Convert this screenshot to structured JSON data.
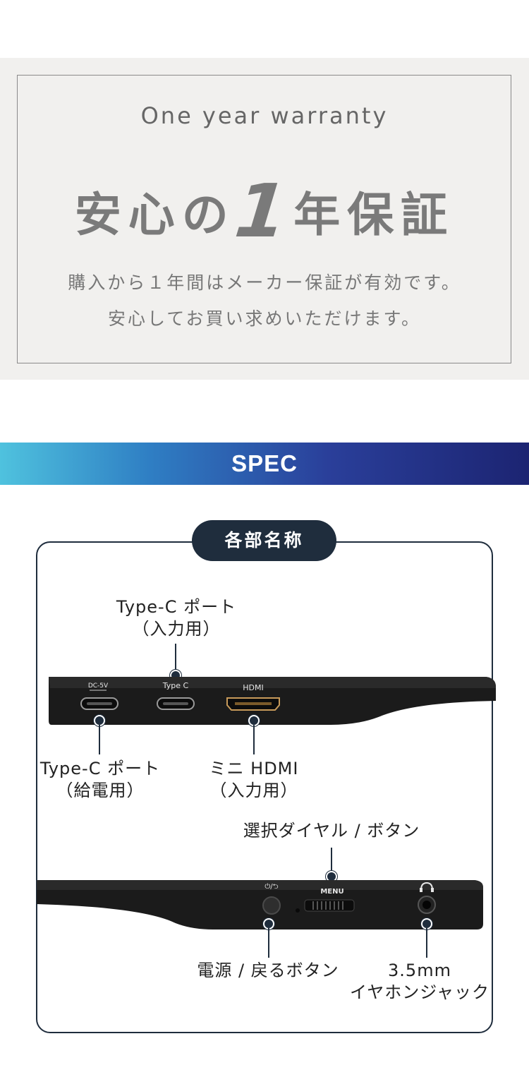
{
  "warranty": {
    "subtitle": "One year warranty",
    "title_part1": "安心の",
    "title_number": "1",
    "title_part2": "年保証",
    "body_line1": "購入から１年間はメーカー保証が有効です。",
    "body_line2": "安心してお買い求めいただけます。"
  },
  "spec": {
    "label": "SPEC"
  },
  "parts": {
    "heading": "各部名称",
    "device_top": {
      "port_labels": [
        "DC-5V",
        "Type C",
        "HDMI"
      ]
    },
    "device_bottom": {
      "button_label": "⏻/⮌",
      "menu_label": "MENU",
      "jack_icon": "headphone-icon"
    },
    "callouts": {
      "typec_input_line1": "Type-C ポート",
      "typec_input_line2": "（入力用）",
      "typec_power_line1": "Type-C ポート",
      "typec_power_line2": "（給電用）",
      "mini_hdmi_line1": "ミニ HDMI",
      "mini_hdmi_line2": "（入力用）",
      "dial_button": "選択ダイヤル / ボタン",
      "power_back_button": "電源 / 戻るボタン",
      "jack_line1": "3.5mm",
      "jack_line2": "イヤホンジャック"
    }
  },
  "colors": {
    "navy": "#1f2d3d",
    "gradient_start": "#4fc2de",
    "gradient_end": "#1c2472",
    "warranty_bg": "#f1f0ee"
  }
}
